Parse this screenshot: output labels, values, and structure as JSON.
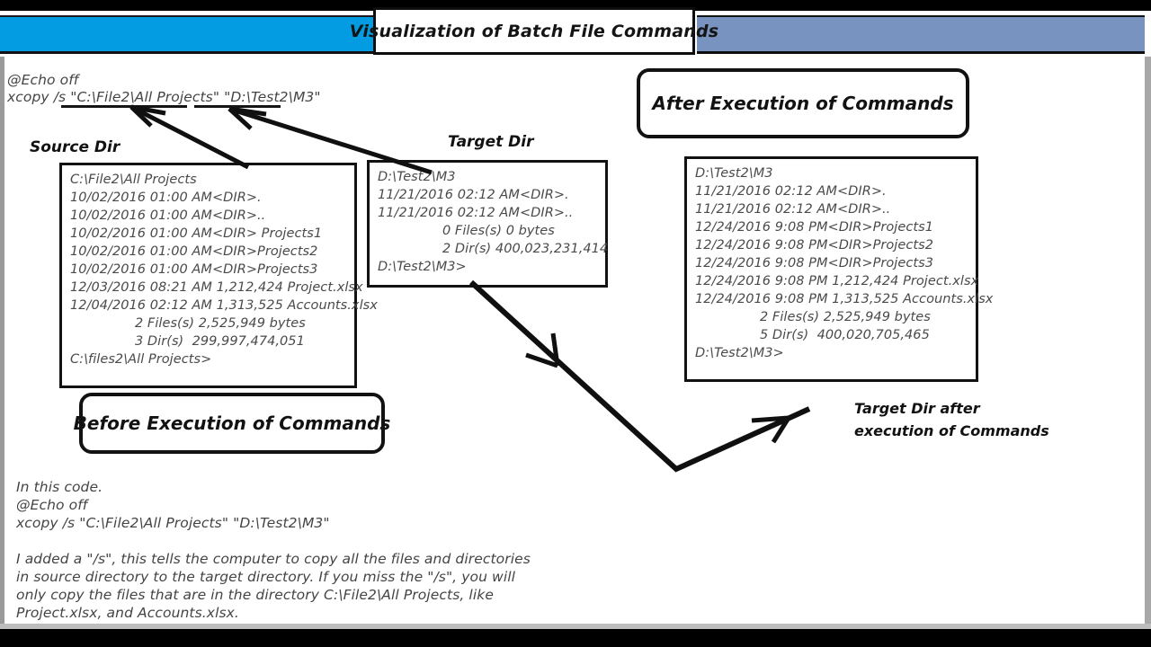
{
  "header": {
    "title": "Visualization of Batch File Commands",
    "left_bar_color": "#039ce3",
    "right_bar_color": "#7893bf"
  },
  "command_snippet": {
    "line1": "@Echo off",
    "line2_prefix": "xcopy /s ",
    "line2_source": "\"C:\\File2\\All Projects\"",
    "line2_target": "\"D:\\Test2\\M3\"",
    "line2_full": "xcopy /s \"C:\\File2\\All Projects\" \"D:\\Test2\\M3\""
  },
  "captions": {
    "source_dir": "Source Dir",
    "target_dir": "Target Dir",
    "target_dir_after_1": "Target Dir after",
    "target_dir_after_2": "execution of Commands"
  },
  "callouts": {
    "before": "Before Execution of Commands",
    "after": "After Execution of Commands"
  },
  "source_listing": {
    "name": "source-directory-listing",
    "lines": [
      {
        "text": "C:\\File2\\All Projects",
        "indent": false
      },
      {
        "text": "10/02/2016 01:00 AM<DIR>.",
        "indent": false
      },
      {
        "text": "10/02/2016 01:00 AM<DIR>..",
        "indent": false
      },
      {
        "text": "10/02/2016 01:00 AM<DIR> Projects1",
        "indent": false
      },
      {
        "text": "10/02/2016 01:00 AM<DIR>Projects2",
        "indent": false
      },
      {
        "text": "10/02/2016 01:00 AM<DIR>Projects3",
        "indent": false
      },
      {
        "text": "12/03/2016 08:21 AM 1,212,424 Project.xlsx",
        "indent": false
      },
      {
        "text": "12/04/2016 02:12 AM 1,313,525 Accounts.xlsx",
        "indent": false
      },
      {
        "text": "2 Files(s) 2,525,949 bytes",
        "indent": true
      },
      {
        "text": "3 Dir(s)  299,997,474,051",
        "indent": true
      },
      {
        "text": "C:\\files2\\All Projects>",
        "indent": false
      }
    ]
  },
  "target_listing_before": {
    "name": "target-directory-listing-before",
    "lines": [
      {
        "text": "D:\\Test2\\M3",
        "indent": false
      },
      {
        "text": "11/21/2016 02:12 AM<DIR>.",
        "indent": false
      },
      {
        "text": "11/21/2016 02:12 AM<DIR>..",
        "indent": false
      },
      {
        "text": "0 Files(s) 0 bytes",
        "indent": true
      },
      {
        "text": "2 Dir(s) 400,023,231,414",
        "indent": true
      },
      {
        "text": "D:\\Test2\\M3>",
        "indent": false
      }
    ]
  },
  "target_listing_after": {
    "name": "target-directory-listing-after",
    "lines": [
      {
        "text": "D:\\Test2\\M3",
        "indent": false
      },
      {
        "text": "11/21/2016 02:12 AM<DIR>.",
        "indent": false
      },
      {
        "text": "11/21/2016 02:12 AM<DIR>..",
        "indent": false
      },
      {
        "text": "12/24/2016 9:08 PM<DIR>Projects1",
        "indent": false
      },
      {
        "text": "12/24/2016 9:08 PM<DIR>Projects2",
        "indent": false
      },
      {
        "text": "12/24/2016 9:08 PM<DIR>Projects3",
        "indent": false
      },
      {
        "text": "12/24/2016 9:08 PM 1,212,424 Project.xlsx",
        "indent": false
      },
      {
        "text": "12/24/2016 9:08 PM 1,313,525 Accounts.xlsx",
        "indent": false
      },
      {
        "text": "2 Files(s) 2,525,949 bytes",
        "indent": true
      },
      {
        "text": "5 Dir(s)  400,020,705,465",
        "indent": true
      },
      {
        "text": "D:\\Test2\\M3>",
        "indent": false
      }
    ]
  },
  "notes": {
    "intro_line1": "In this code.",
    "intro_line2": "@Echo off",
    "intro_line3": "xcopy /s \"C:\\File2\\All Projects\" \"D:\\Test2\\M3\"",
    "paragraph": "I added a \"/s\", this tells the computer to copy all the files and directories in source directory to the target directory. If you miss the \"/s\", you will only copy the files that are in the directory C:\\File2\\All Projects, like Project.xlsx, and Accounts.xlsx."
  }
}
